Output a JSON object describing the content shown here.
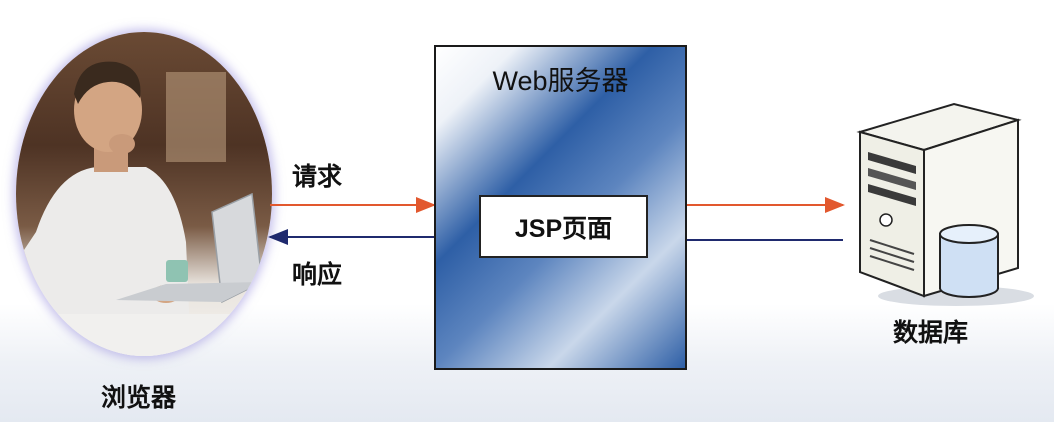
{
  "browser": {
    "label": "浏览器"
  },
  "request": {
    "label": "请求"
  },
  "response": {
    "label": "响应"
  },
  "server": {
    "title": "Web服务器",
    "jsp_label": "JSP页面"
  },
  "database": {
    "label": "数据库"
  },
  "colors": {
    "request_arrow": "#e2582e",
    "response_arrow": "#1f2a6e",
    "server_blue": "#2e5fa6"
  }
}
